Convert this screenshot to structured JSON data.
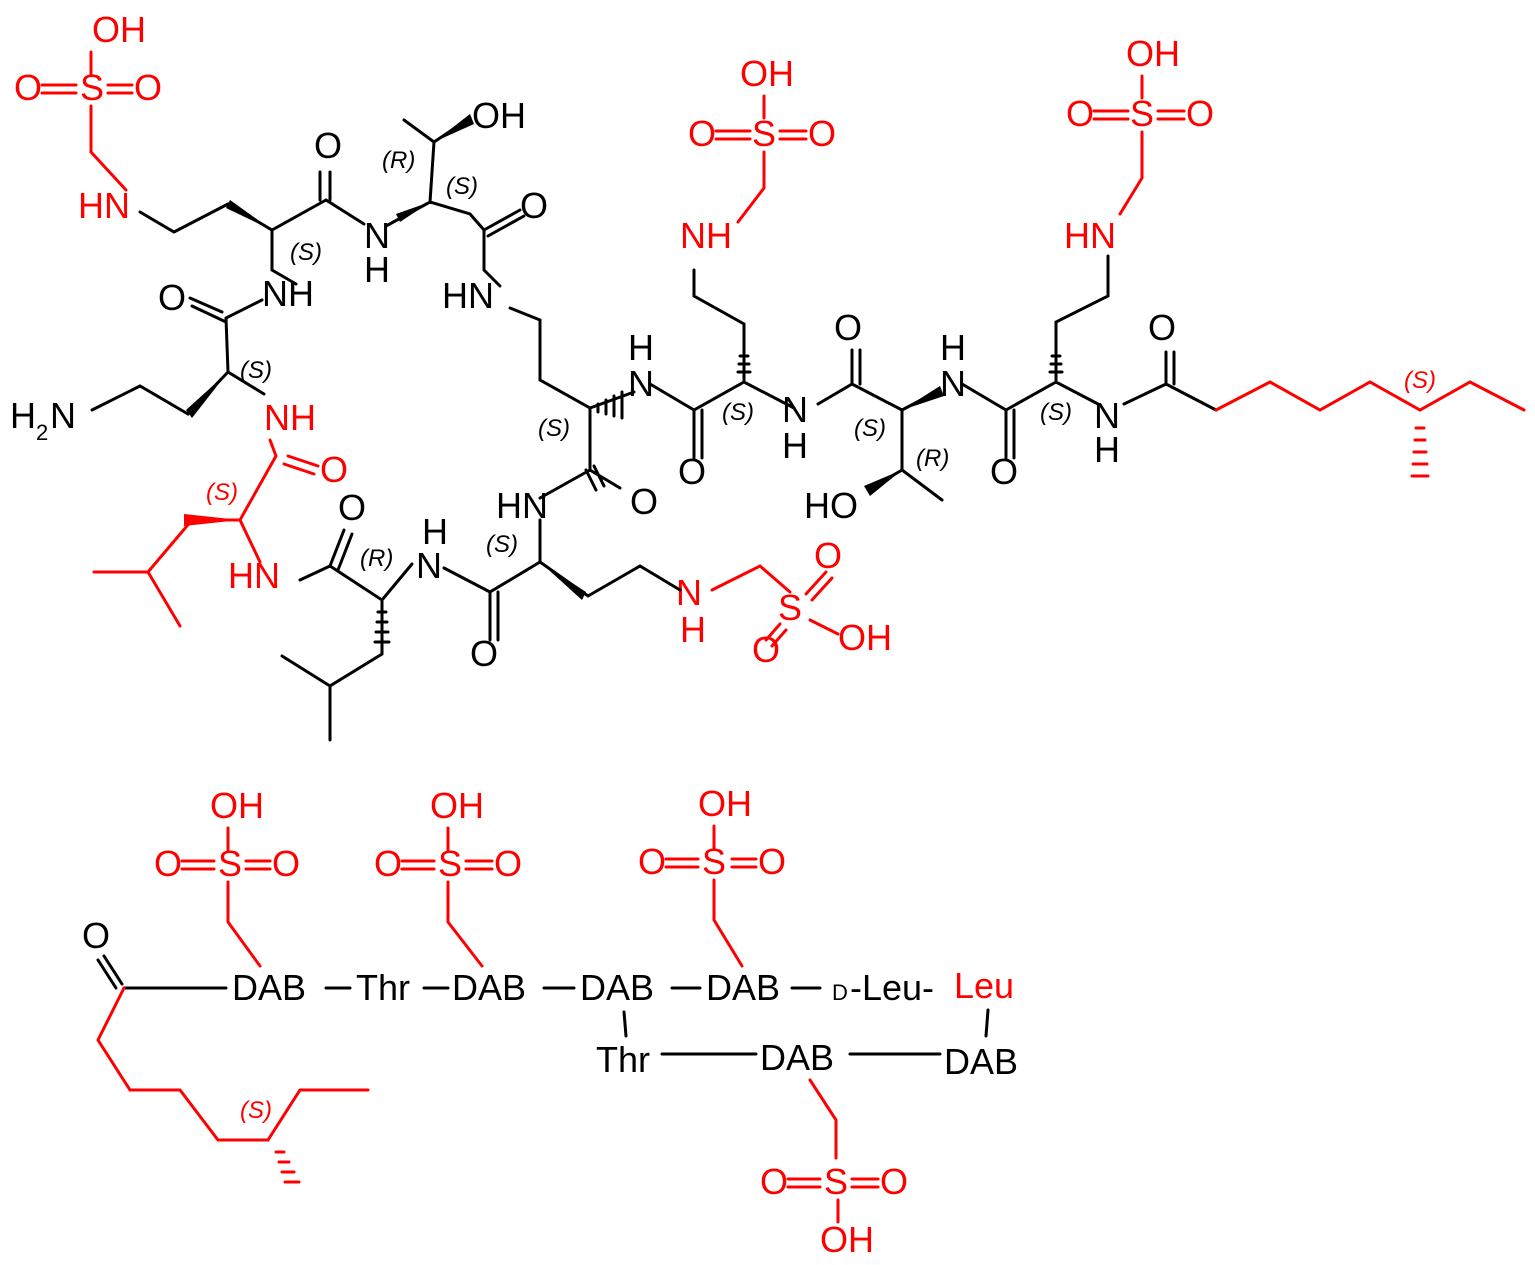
{
  "colors": {
    "backbone": "#000000",
    "highlight": "#ff0000"
  },
  "atoms": {
    "hydroxyl": "OH",
    "oxygen": "O",
    "sulfur": "S",
    "amine_nh": "NH",
    "amine_hn": "HN",
    "nitrogen": "N",
    "hydrogen": "H",
    "terminal_amine": "H",
    "terminal_amine_sub": "2",
    "terminal_amine_n": "N",
    "ho": "HO"
  },
  "stereo": {
    "S": "(S)",
    "R": "(R)"
  },
  "residues": {
    "dab": "DAB",
    "thr": "Thr",
    "d_prefix": "D",
    "d_leu": "-Leu-",
    "leu": "Leu"
  }
}
